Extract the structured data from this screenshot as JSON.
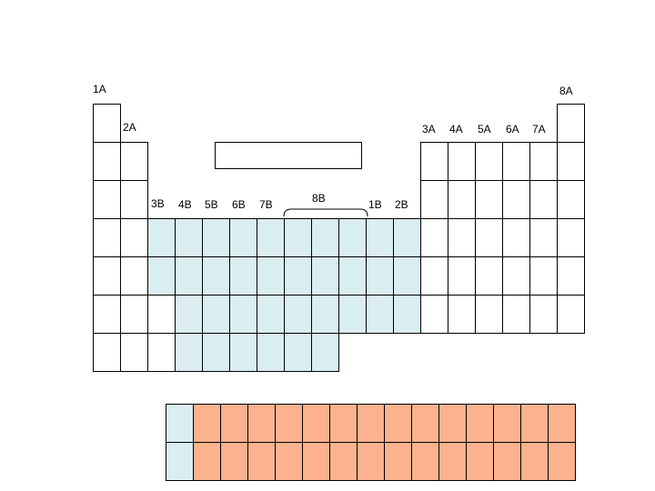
{
  "colors": {
    "background": "#ffffff",
    "main_group": "#ffffff",
    "transition": "#daeef2",
    "inner_transition": "#fcb28e",
    "border": "#000000"
  },
  "labels": {
    "g1a": "1A",
    "g2a": "2A",
    "g3b": "3B",
    "g4b": "4B",
    "g5b": "5B",
    "g6b": "6B",
    "g7b": "7B",
    "g8b": "8B",
    "g1b": "1B",
    "g2b": "2B",
    "g3a": "3A",
    "g4a": "4A",
    "g5a": "5A",
    "g6a": "6A",
    "g7a": "7A",
    "g8a": "8A"
  },
  "layout": {
    "rows": [
      {
        "period": 1,
        "cells": [
          [
            1,
            "main_group"
          ],
          [
            18,
            "main_group"
          ]
        ]
      },
      {
        "period": 2,
        "cells": [
          [
            1,
            "main_group"
          ],
          [
            2,
            "main_group"
          ],
          [
            13,
            "main_group"
          ],
          [
            14,
            "main_group"
          ],
          [
            15,
            "main_group"
          ],
          [
            16,
            "main_group"
          ],
          [
            17,
            "main_group"
          ],
          [
            18,
            "main_group"
          ]
        ]
      },
      {
        "period": 3,
        "cells": [
          [
            1,
            "main_group"
          ],
          [
            2,
            "main_group"
          ],
          [
            13,
            "main_group"
          ],
          [
            14,
            "main_group"
          ],
          [
            15,
            "main_group"
          ],
          [
            16,
            "main_group"
          ],
          [
            17,
            "main_group"
          ],
          [
            18,
            "main_group"
          ]
        ]
      },
      {
        "period": 4,
        "cells": [
          [
            1,
            "main_group"
          ],
          [
            2,
            "main_group"
          ],
          [
            3,
            "transition"
          ],
          [
            4,
            "transition"
          ],
          [
            5,
            "transition"
          ],
          [
            6,
            "transition"
          ],
          [
            7,
            "transition"
          ],
          [
            8,
            "transition"
          ],
          [
            9,
            "transition"
          ],
          [
            10,
            "transition"
          ],
          [
            11,
            "transition"
          ],
          [
            12,
            "transition"
          ],
          [
            13,
            "main_group"
          ],
          [
            14,
            "main_group"
          ],
          [
            15,
            "main_group"
          ],
          [
            16,
            "main_group"
          ],
          [
            17,
            "main_group"
          ],
          [
            18,
            "main_group"
          ]
        ]
      },
      {
        "period": 5,
        "cells": [
          [
            1,
            "main_group"
          ],
          [
            2,
            "main_group"
          ],
          [
            3,
            "transition"
          ],
          [
            4,
            "transition"
          ],
          [
            5,
            "transition"
          ],
          [
            6,
            "transition"
          ],
          [
            7,
            "transition"
          ],
          [
            8,
            "transition"
          ],
          [
            9,
            "transition"
          ],
          [
            10,
            "transition"
          ],
          [
            11,
            "transition"
          ],
          [
            12,
            "transition"
          ],
          [
            13,
            "main_group"
          ],
          [
            14,
            "main_group"
          ],
          [
            15,
            "main_group"
          ],
          [
            16,
            "main_group"
          ],
          [
            17,
            "main_group"
          ],
          [
            18,
            "main_group"
          ]
        ]
      },
      {
        "period": 6,
        "cells": [
          [
            1,
            "main_group"
          ],
          [
            2,
            "main_group"
          ],
          [
            3,
            "main_group"
          ],
          [
            4,
            "transition"
          ],
          [
            5,
            "transition"
          ],
          [
            6,
            "transition"
          ],
          [
            7,
            "transition"
          ],
          [
            8,
            "transition"
          ],
          [
            9,
            "transition"
          ],
          [
            10,
            "transition"
          ],
          [
            11,
            "transition"
          ],
          [
            12,
            "transition"
          ],
          [
            13,
            "main_group"
          ],
          [
            14,
            "main_group"
          ],
          [
            15,
            "main_group"
          ],
          [
            16,
            "main_group"
          ],
          [
            17,
            "main_group"
          ],
          [
            18,
            "main_group"
          ]
        ]
      },
      {
        "period": 7,
        "cells": [
          [
            1,
            "main_group"
          ],
          [
            2,
            "main_group"
          ],
          [
            3,
            "main_group"
          ],
          [
            4,
            "transition"
          ],
          [
            5,
            "transition"
          ],
          [
            6,
            "transition"
          ],
          [
            7,
            "transition"
          ],
          [
            8,
            "transition"
          ],
          [
            9,
            "transition"
          ]
        ]
      }
    ],
    "f_block_rows": [
      {
        "series": "lanthanide",
        "cells": [
          [
            4,
            "transition"
          ],
          [
            5,
            "inner_transition"
          ],
          [
            6,
            "inner_transition"
          ],
          [
            7,
            "inner_transition"
          ],
          [
            8,
            "inner_transition"
          ],
          [
            9,
            "inner_transition"
          ],
          [
            10,
            "inner_transition"
          ],
          [
            11,
            "inner_transition"
          ],
          [
            12,
            "inner_transition"
          ],
          [
            13,
            "inner_transition"
          ],
          [
            14,
            "inner_transition"
          ],
          [
            15,
            "inner_transition"
          ],
          [
            16,
            "inner_transition"
          ],
          [
            17,
            "inner_transition"
          ],
          [
            18,
            "inner_transition"
          ]
        ]
      },
      {
        "series": "actinide",
        "cells": [
          [
            4,
            "transition"
          ],
          [
            5,
            "inner_transition"
          ],
          [
            6,
            "inner_transition"
          ],
          [
            7,
            "inner_transition"
          ],
          [
            8,
            "inner_transition"
          ],
          [
            9,
            "inner_transition"
          ],
          [
            10,
            "inner_transition"
          ],
          [
            11,
            "inner_transition"
          ],
          [
            12,
            "inner_transition"
          ],
          [
            13,
            "inner_transition"
          ],
          [
            14,
            "inner_transition"
          ],
          [
            15,
            "inner_transition"
          ],
          [
            16,
            "inner_transition"
          ],
          [
            17,
            "inner_transition"
          ],
          [
            18,
            "inner_transition"
          ]
        ]
      }
    ]
  }
}
